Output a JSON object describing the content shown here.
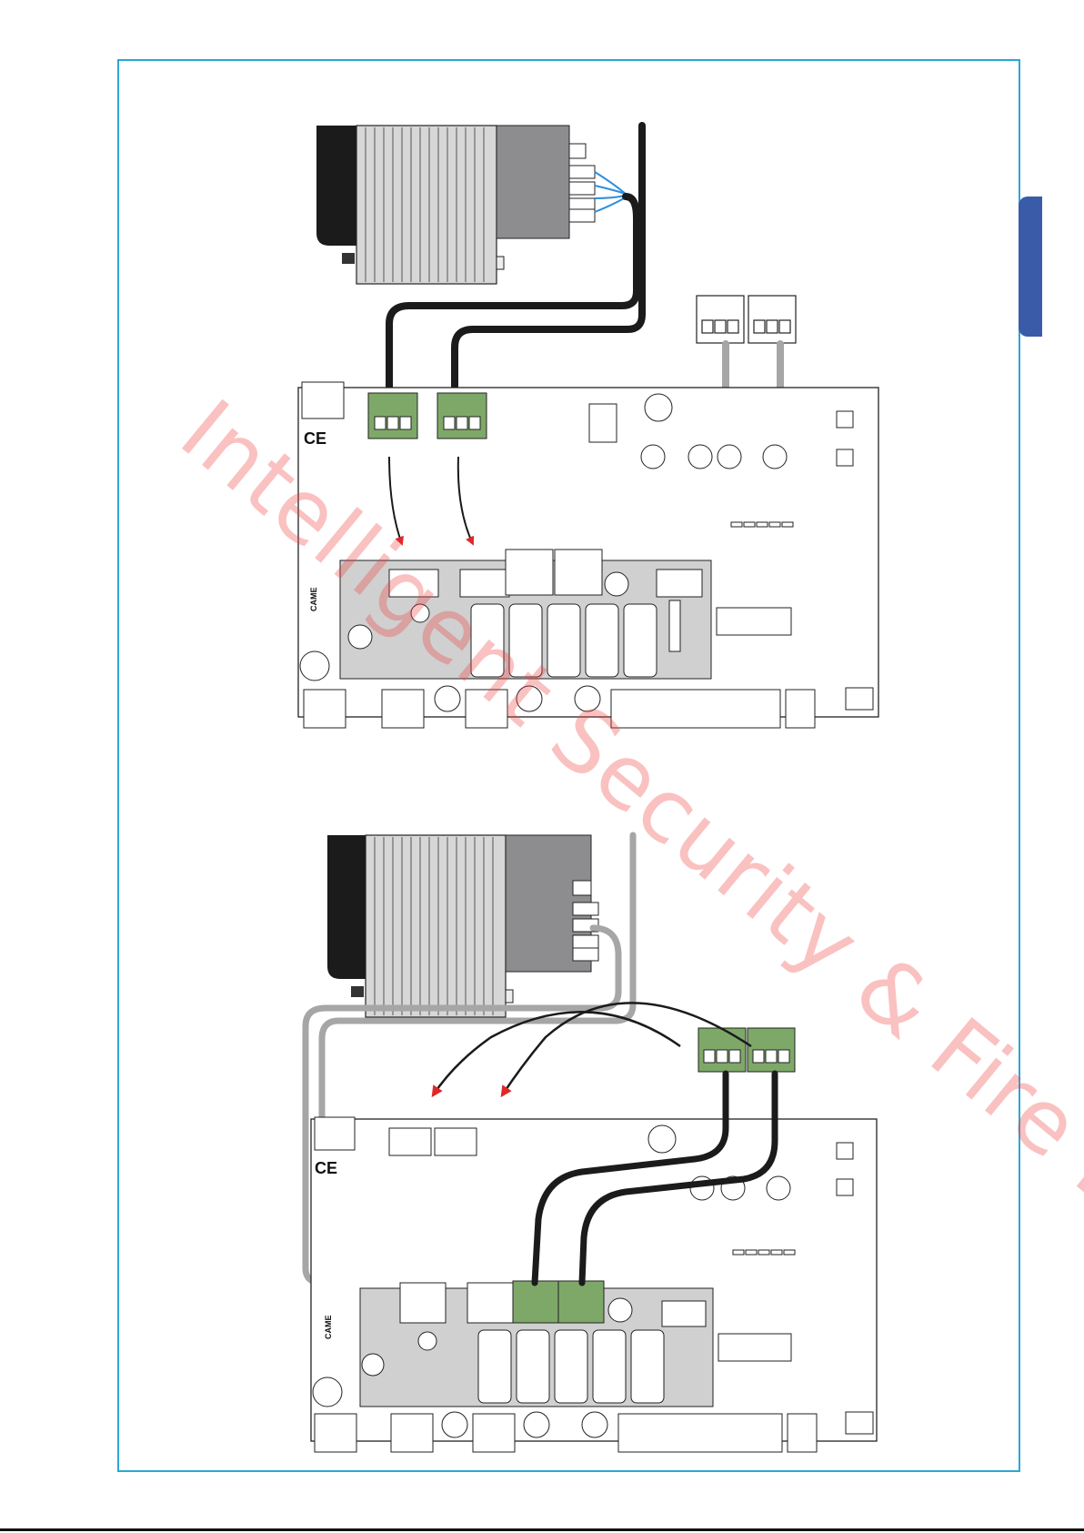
{
  "watermark": {
    "text": "Intelligent Security & Fire Ltd."
  },
  "brand": {
    "board_logo": "CAME",
    "ce_mark": "CE"
  },
  "footer": {
    "text": "..."
  },
  "colors": {
    "frame": "#2aa7d6",
    "side_tab": "#3a5ba8",
    "terminal_green": "#7ea868",
    "black_cable": "#1b1b1b",
    "grey_cable": "#a6a6a6",
    "blue_wire": "#2c8fe0",
    "arrow_red": "#e02828",
    "transformer_grey": "#8d8d8f"
  }
}
